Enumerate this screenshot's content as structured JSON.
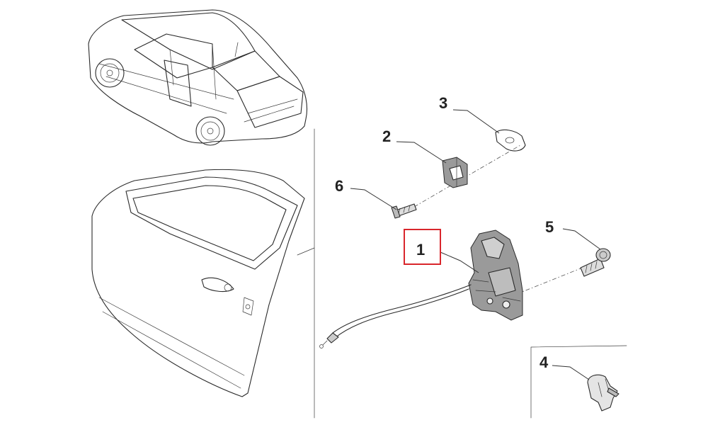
{
  "diagram": {
    "callouts": [
      {
        "id": "1",
        "label": "1",
        "highlighted": true
      },
      {
        "id": "2",
        "label": "2",
        "highlighted": false
      },
      {
        "id": "3",
        "label": "3",
        "highlighted": false
      },
      {
        "id": "4",
        "label": "4",
        "highlighted": false
      },
      {
        "id": "5",
        "label": "5",
        "highlighted": false
      },
      {
        "id": "6",
        "label": "6",
        "highlighted": false
      }
    ],
    "highlight_color": "#d9262c",
    "line_color": "#2a2a2a",
    "part_shade_color": "#9a9a9a"
  }
}
